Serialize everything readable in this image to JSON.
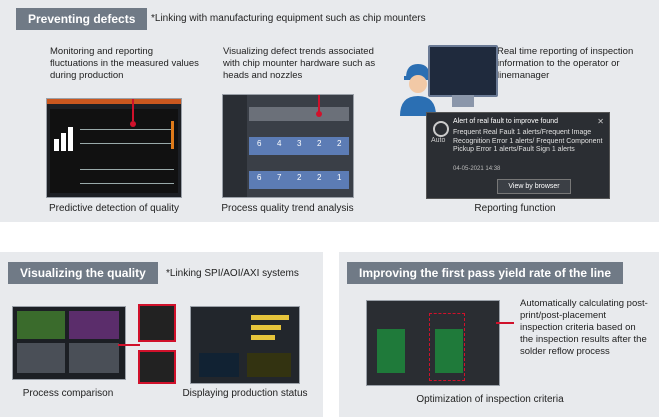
{
  "panel1": {
    "header": "Preventing defects",
    "note": "*Linking with manufacturing equipment such as chip mounters",
    "items": [
      {
        "desc": "Monitoring and reporting fluctuations in the measured values during production",
        "caption": "Predictive detection of quality"
      },
      {
        "desc": "Visualizing defect trends associated with chip mounter hardware such as heads and nozzles",
        "caption": "Process quality trend analysis"
      },
      {
        "desc": "Real time reporting of inspection information to the operator or linemanager",
        "caption": "Reporting function"
      }
    ],
    "trend_numbers_row1": [
      "6",
      "4",
      "3",
      "2",
      "2"
    ],
    "trend_numbers_row2": [
      "6",
      "7",
      "2",
      "2",
      "1"
    ]
  },
  "notification": {
    "app_label": "Auto",
    "title": "Alert of real fault to improve found",
    "body": "Frequent Real Fault 1 alerts/Frequent Image Recognition Error 1 alerts/ Frequent Component Pickup Error 1 alerts/Fault Sign 1 alerts",
    "timestamp": "04-05-2021 14:38",
    "button": "View by browser",
    "close": "✕"
  },
  "panel2": {
    "header": "Visualizing the quality",
    "note": "*Linking SPI/AOI/AXI systems",
    "captions": [
      "Process comparison",
      "Displaying production status"
    ]
  },
  "panel3": {
    "header": "Improving the first pass yield rate of the line",
    "desc": "Automatically calculating post-print/post-placement inspection criteria based on the inspection results after the solder reflow process",
    "caption": "Optimization of inspection criteria"
  }
}
